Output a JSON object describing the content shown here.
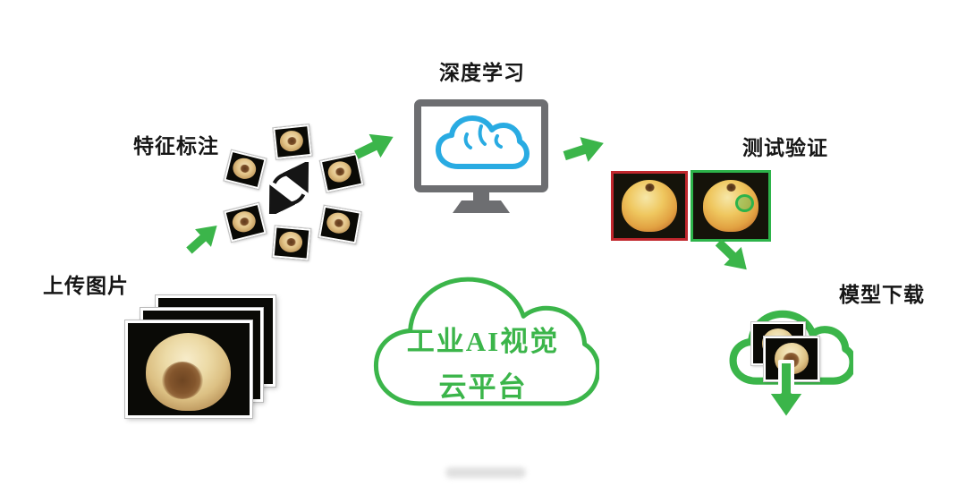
{
  "diagram": {
    "labels": {
      "upload": "上传图片",
      "annotate": "特征标注",
      "train": "深度学习",
      "test": "测试验证",
      "download": "模型下载"
    },
    "cloud": {
      "line1": "工业AI视觉",
      "line2": "云平台"
    },
    "icons": {
      "train": "monitor-with-brain-cloud-icon",
      "annotate": "cycle-arrows-icon",
      "download": "cloud-download-icon",
      "flow": "green-arrow-icon"
    },
    "colors": {
      "green": "#3bb54a",
      "blue": "#29abe2",
      "gray": "#6d6e71",
      "red": "#c1272d",
      "text": "#161616"
    }
  }
}
